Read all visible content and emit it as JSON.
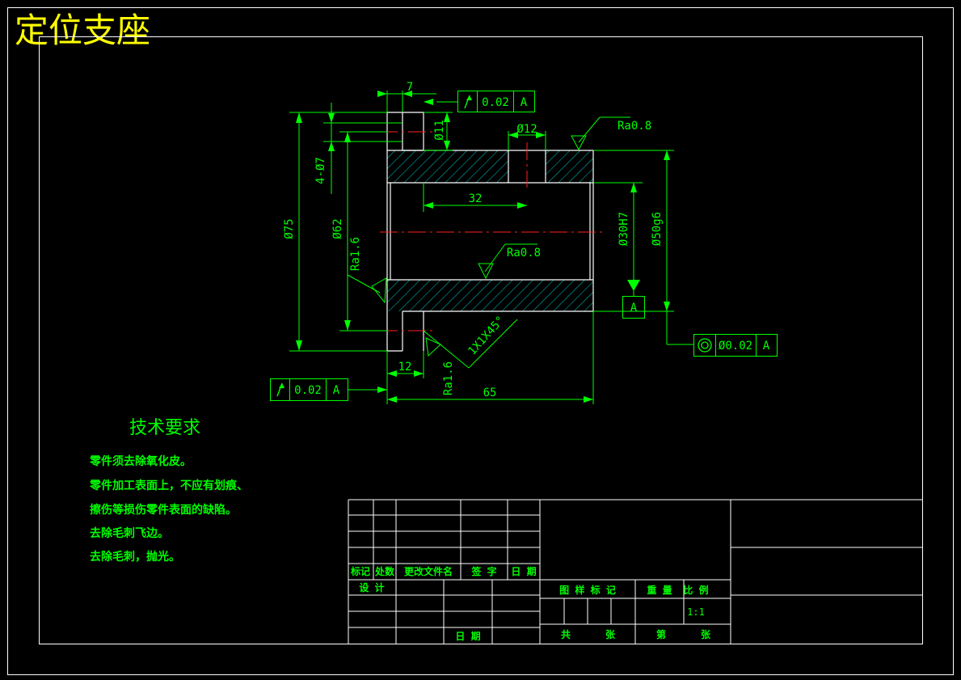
{
  "title": "定位支座",
  "dims": {
    "d7": "7",
    "d11": "Ø11",
    "d12": "Ø12",
    "d4x7": "4-Ø7",
    "d75": "Ø75",
    "d62": "Ø62",
    "d32": "32",
    "d30": "Ø30H7",
    "d50": "Ø50g6",
    "len12": "12",
    "len65": "65",
    "chamfer": "1X1X45°"
  },
  "roughness": {
    "ra08_top": "Ra0.8",
    "ra08_bore": "Ra0.8",
    "ra16_left": "Ra1.6",
    "ra16_bottom": "Ra1.6"
  },
  "tolerances": {
    "runout_top": {
      "value": "0.02",
      "datum": "A"
    },
    "runout_bottom": {
      "value": "0.02",
      "datum": "A"
    },
    "concentricity": {
      "value": "Ø0.02",
      "datum": "A"
    },
    "datum_label": "A"
  },
  "tech_requirements": {
    "heading": "技术要求",
    "lines": [
      "零件须去除氧化皮。",
      "零件加工表面上，不应有划痕、",
      "擦伤等损伤零件表面的缺陷。",
      "去除毛刺飞边。",
      "去除毛刺，抛光。"
    ]
  },
  "title_block": {
    "rev_headers": [
      "标记",
      "处数",
      "更改文件名",
      "签  字",
      "日 期"
    ],
    "design": "设 计",
    "date": "日 期",
    "props": [
      "图 样 标 记",
      "重 量",
      "比 例"
    ],
    "scale": "1:1",
    "sheets": [
      "共",
      "张",
      "第",
      "张"
    ]
  }
}
